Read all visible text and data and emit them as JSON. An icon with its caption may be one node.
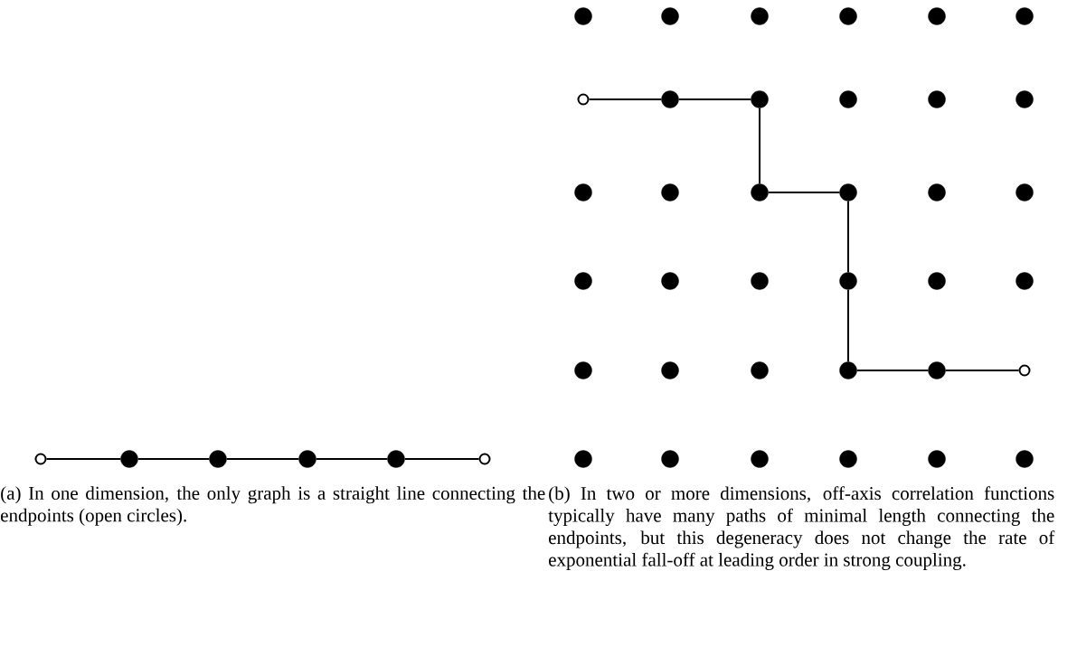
{
  "diagram": {
    "nodes": [
      {
        "text": [],
        "shape": "circle"
      },
      {
        "text": [],
        "shape": "dot"
      },
      {
        "text": [],
        "shape": "dot"
      },
      {
        "text": [],
        "shape": "dot"
      },
      {
        "text": [],
        "shape": "dot"
      },
      {
        "text": [],
        "shape": "circle"
      },
      {
        "text": [],
        "shape": "dot"
      },
      {
        "text": [],
        "shape": "dot"
      },
      {
        "text": [],
        "shape": "dot"
      },
      {
        "text": [],
        "shape": "dot"
      },
      {
        "text": [],
        "shape": "dot"
      },
      {
        "text": [],
        "shape": "dot"
      },
      {
        "text": [],
        "shape": "circle"
      },
      {
        "text": [],
        "shape": "dot"
      },
      {
        "text": [],
        "shape": "dot"
      },
      {
        "text": [],
        "shape": "dot"
      },
      {
        "text": [],
        "shape": "dot"
      },
      {
        "text": [],
        "shape": "dot"
      },
      {
        "text": [],
        "shape": "dot"
      },
      {
        "text": [],
        "shape": "dot"
      },
      {
        "text": [],
        "shape": "dot"
      },
      {
        "text": [],
        "shape": "dot"
      },
      {
        "text": [],
        "shape": "dot"
      },
      {
        "text": [],
        "shape": "dot"
      },
      {
        "text": [],
        "shape": "dot"
      },
      {
        "text": [],
        "shape": "dot"
      },
      {
        "text": [],
        "shape": "dot"
      },
      {
        "text": [],
        "shape": "dot"
      },
      {
        "text": [],
        "shape": "dot"
      },
      {
        "text": [],
        "shape": "dot"
      },
      {
        "text": [],
        "shape": "dot"
      },
      {
        "text": [],
        "shape": "dot"
      },
      {
        "text": [],
        "shape": "dot"
      },
      {
        "text": [],
        "shape": "dot"
      },
      {
        "text": [],
        "shape": "dot"
      },
      {
        "text": [],
        "shape": "circle"
      },
      {
        "text": [],
        "shape": "dot"
      },
      {
        "text": [],
        "shape": "dot"
      },
      {
        "text": [],
        "shape": "dot"
      },
      {
        "text": [],
        "shape": "dot"
      },
      {
        "text": [],
        "shape": "dot"
      },
      {
        "text": [],
        "shape": "dot"
      }
    ],
    "edges": [
      {
        "from": 0,
        "to": 1,
        "arrow": "none"
      },
      {
        "from": 1,
        "to": 2,
        "arrow": "none"
      },
      {
        "from": 2,
        "to": 3,
        "arrow": "none"
      },
      {
        "from": 3,
        "to": 4,
        "arrow": "none"
      },
      {
        "from": 4,
        "to": 5,
        "arrow": "none"
      },
      {
        "from": 12,
        "to": 13,
        "arrow": "none"
      },
      {
        "from": 13,
        "to": 14,
        "arrow": "none"
      },
      {
        "from": 14,
        "to": 20,
        "arrow": "none"
      },
      {
        "from": 20,
        "to": 21,
        "arrow": "none"
      },
      {
        "from": 21,
        "to": 27,
        "arrow": "none"
      },
      {
        "from": 27,
        "to": 33,
        "arrow": "none"
      },
      {
        "from": 33,
        "to": 34,
        "arrow": "none"
      },
      {
        "from": 34,
        "to": 35,
        "arrow": "none"
      }
    ],
    "labels": [
      "(a) In one dimension, the only graph is a straight line connecting the endpoints (open circles).",
      "(b) In two or more dimensions, off-axis correlation functions typically have many paths of minimal length connecting the endpoints, but this degeneracy does not change the rate of exponential fall-off at leading order in strong coupling."
    ]
  }
}
